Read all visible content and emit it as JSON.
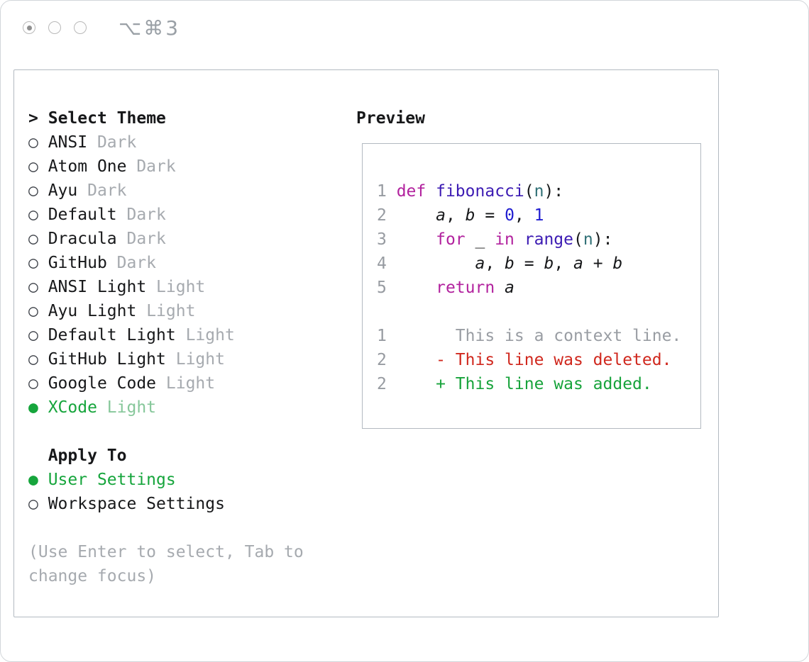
{
  "window": {
    "hotkey_label": "⌥⌘3",
    "traffic_lights": [
      "active",
      "inactive",
      "inactive"
    ]
  },
  "theme_selector": {
    "prompt": ">",
    "title": "Select Theme",
    "bullet_unselected": "○",
    "bullet_selected": "●",
    "items": [
      {
        "name": "ANSI",
        "variant": "Dark",
        "selected": false
      },
      {
        "name": "Atom One",
        "variant": "Dark",
        "selected": false
      },
      {
        "name": "Ayu",
        "variant": "Dark",
        "selected": false
      },
      {
        "name": "Default",
        "variant": "Dark",
        "selected": false
      },
      {
        "name": "Dracula",
        "variant": "Dark",
        "selected": false
      },
      {
        "name": "GitHub",
        "variant": "Dark",
        "selected": false
      },
      {
        "name": "ANSI Light",
        "variant": "Light",
        "selected": false
      },
      {
        "name": "Ayu Light",
        "variant": "Light",
        "selected": false
      },
      {
        "name": "Default Light",
        "variant": "Light",
        "selected": false
      },
      {
        "name": "GitHub Light",
        "variant": "Light",
        "selected": false
      },
      {
        "name": "Google Code",
        "variant": "Light",
        "selected": false
      },
      {
        "name": "XCode",
        "variant": "Light",
        "selected": true
      }
    ],
    "apply_to": {
      "title": "Apply To",
      "options": [
        {
          "label": "User Settings",
          "selected": true
        },
        {
          "label": "Workspace Settings",
          "selected": false
        }
      ]
    },
    "hint_lines": [
      "(Use Enter to select, Tab to",
      "change focus)"
    ]
  },
  "preview": {
    "title": "Preview",
    "code_lines": [
      {
        "num": "1",
        "tokens": [
          [
            "def",
            "keyword"
          ],
          [
            " ",
            "plain"
          ],
          [
            "fibonacci",
            "function"
          ],
          [
            "(",
            "plain"
          ],
          [
            "n",
            "param"
          ],
          [
            "):",
            "plain"
          ]
        ]
      },
      {
        "num": "2",
        "tokens": [
          [
            "    ",
            "plain"
          ],
          [
            "a",
            "var"
          ],
          [
            ", ",
            "plain"
          ],
          [
            "b",
            "var"
          ],
          [
            " = ",
            "plain"
          ],
          [
            "0",
            "number"
          ],
          [
            ", ",
            "plain"
          ],
          [
            "1",
            "number"
          ]
        ]
      },
      {
        "num": "3",
        "tokens": [
          [
            "    ",
            "plain"
          ],
          [
            "for",
            "keyword"
          ],
          [
            " _ ",
            "plain"
          ],
          [
            "in",
            "keyword"
          ],
          [
            " ",
            "plain"
          ],
          [
            "range",
            "function"
          ],
          [
            "(",
            "plain"
          ],
          [
            "n",
            "param"
          ],
          [
            "):",
            "plain"
          ]
        ]
      },
      {
        "num": "4",
        "tokens": [
          [
            "        ",
            "plain"
          ],
          [
            "a",
            "var"
          ],
          [
            ", ",
            "plain"
          ],
          [
            "b",
            "var"
          ],
          [
            " = ",
            "plain"
          ],
          [
            "b",
            "var"
          ],
          [
            ", ",
            "plain"
          ],
          [
            "a",
            "var"
          ],
          [
            " + ",
            "plain"
          ],
          [
            "b",
            "var"
          ]
        ]
      },
      {
        "num": "5",
        "tokens": [
          [
            "    ",
            "plain"
          ],
          [
            "return",
            "keyword"
          ],
          [
            " ",
            "plain"
          ],
          [
            "a",
            "var"
          ]
        ]
      }
    ],
    "diff_lines": [
      {
        "num": "1",
        "body": "      This is a context line.",
        "style": "context"
      },
      {
        "num": "2",
        "body": "    - This line was deleted.",
        "style": "deleted"
      },
      {
        "num": "2",
        "body": "    + This line was added.",
        "style": "added"
      }
    ]
  },
  "colors": {
    "text": "#17181a",
    "muted": "#a6aaaf",
    "bullet": "#3f434a",
    "accent_green": "#16a53c",
    "selected_variant": "#86c79a",
    "line_number": "#979ba1",
    "panel_border": "#b3bac1",
    "syntax": {
      "keyword": "#b2229e",
      "function": "#3c1bb3",
      "number": "#1f1cd0",
      "param": "#2f6f75",
      "plain": "#17181a",
      "var": "#17181a"
    },
    "diff": {
      "context": "#999da3",
      "deleted": "#d0281e",
      "added": "#17a33b"
    }
  }
}
